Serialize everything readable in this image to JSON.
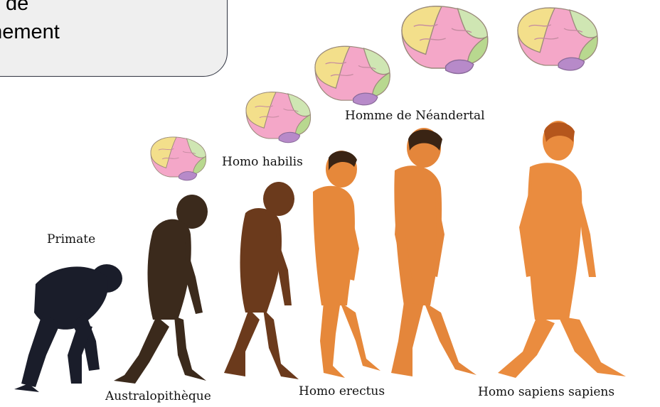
{
  "callout": {
    "line1": "ck de",
    "line2": "nnement"
  },
  "labels": {
    "primate": "Primate",
    "australopitheque": "Australopithèque",
    "homo_habilis": "Homo habilis",
    "homo_erectus": "Homo erectus",
    "neandertal": "Homme de Néandertal",
    "sapiens": "Homo sapiens sapiens"
  },
  "colors": {
    "brain_frontal": "#f3df8b",
    "brain_parietal": "#f4a7c8",
    "brain_temporal": "#cfe6b3",
    "brain_occipital": "#b8d88f",
    "brain_cerebellum": "#b78ac9",
    "primate_fur": "#1a1d2a",
    "australopithecus_fur": "#3b2a1c",
    "habilis_fur": "#6b3a1c",
    "erectus_skin": "#e6883a",
    "neandertal_skin": "#e4863b",
    "sapiens_skin": "#ea8c3f"
  }
}
